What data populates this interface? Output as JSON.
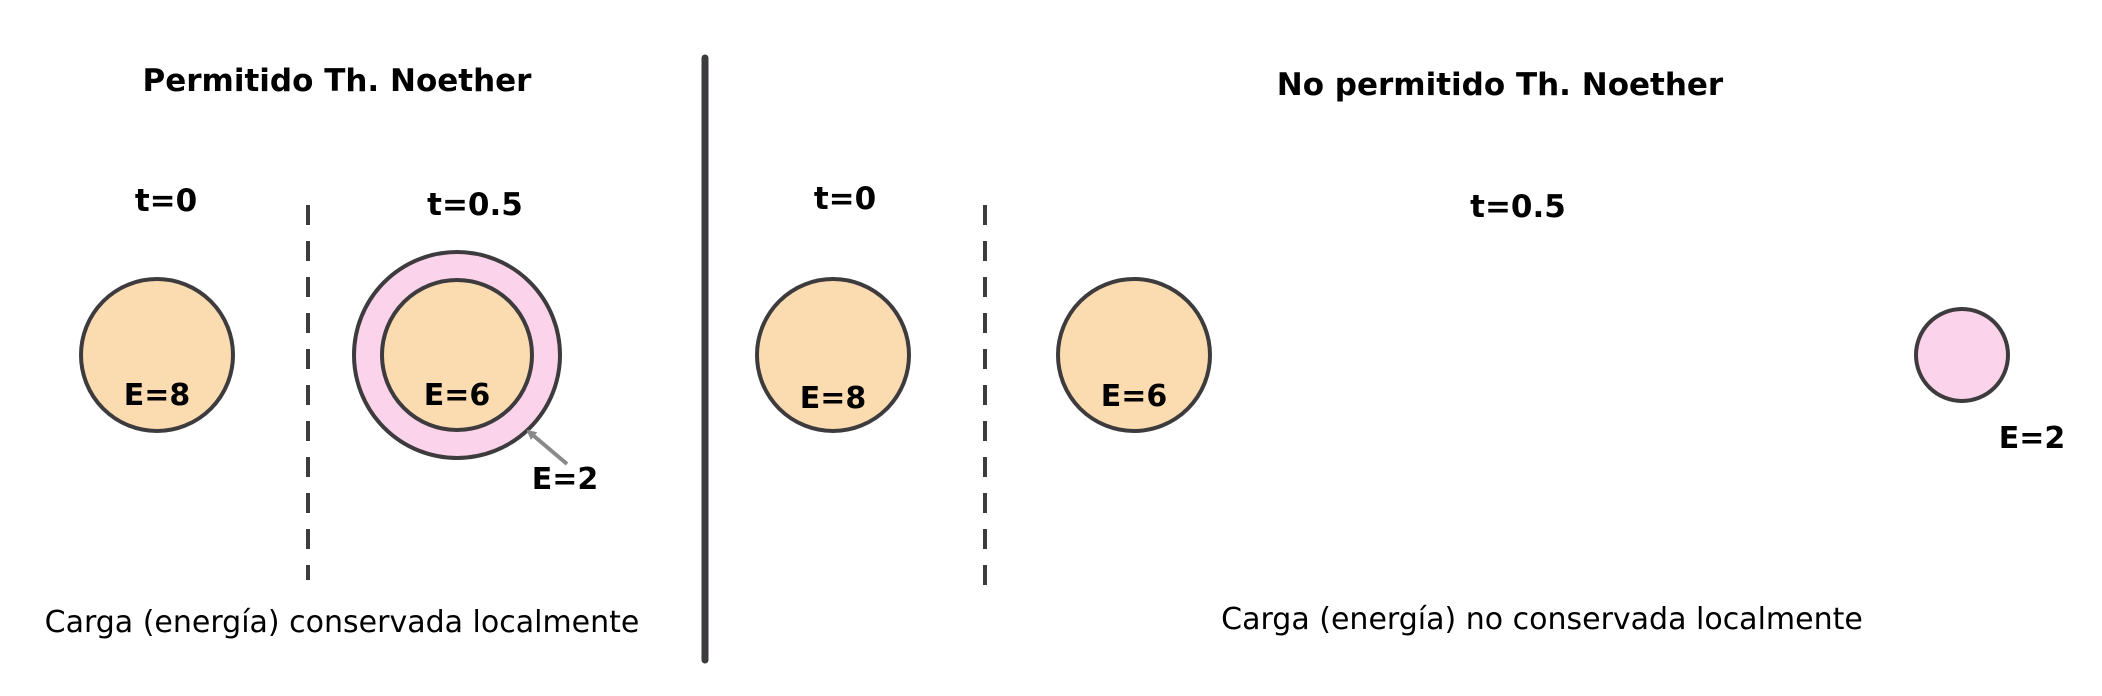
{
  "colors": {
    "orange_fill": "#FBDBB0",
    "pink_fill": "#FBD3EA",
    "stroke": "#3d3b3d",
    "arrow": "#8a8a8a"
  },
  "left": {
    "title": "Permitido Th. Noether",
    "t0_label": "t=0",
    "t1_label": "t=0.5",
    "ball_t0_energy": "E=8",
    "ball_t1_inner_energy": "E=6",
    "ball_t1_shell_energy": "E=2",
    "caption": "Carga (energía) conservada localmente"
  },
  "right": {
    "title": "No permitido Th. Noether",
    "t0_label": "t=0",
    "t1_label": "t=0.5",
    "ball_t0_energy": "E=8",
    "ball_t1_energy": "E=6",
    "far_ball_energy": "E=2",
    "caption": "Carga (energía) no conservada localmente"
  }
}
